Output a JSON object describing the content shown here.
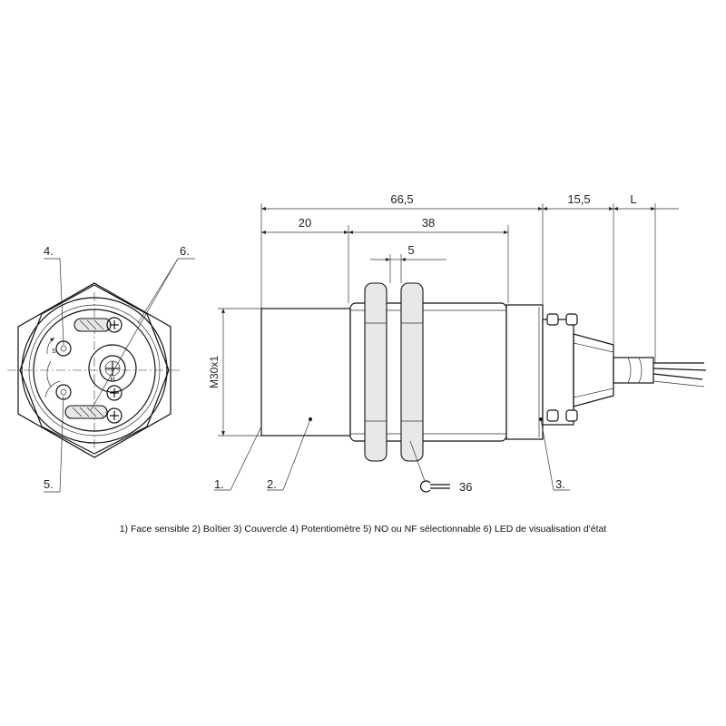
{
  "dimensions": {
    "overall": "66,5",
    "face_to_thread": "20",
    "thread_length": "38",
    "nut_pitch": "5",
    "cover": "15,5",
    "cable": "L",
    "thread_size": "M30x1",
    "wrench_size": "36"
  },
  "front_view": {
    "rotary_label": "S",
    "pot_label": "H"
  },
  "callouts": {
    "c1": "1.",
    "c2": "2.",
    "c3": "3.",
    "c4": "4.",
    "c5": "5.",
    "c6": "6."
  },
  "legend": {
    "text": "1) Face sensible  2) Boîtier  3) Couvercle  4) Potentiomètre  5) NO ou NF sélectionnable  6) LED de visualisation d'état"
  }
}
